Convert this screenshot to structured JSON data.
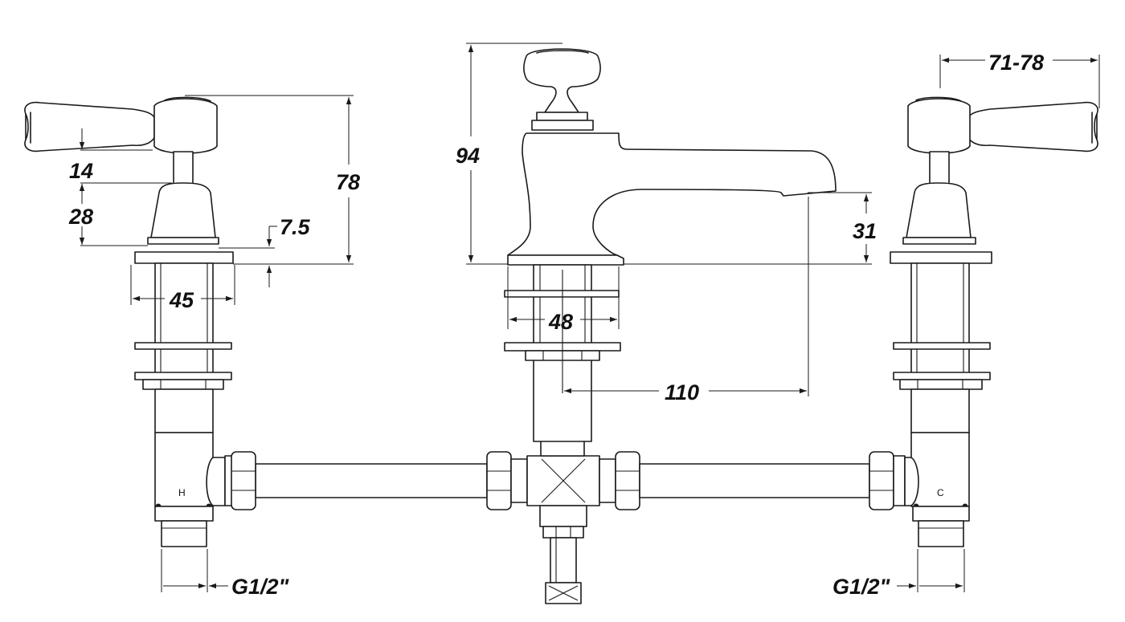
{
  "dimensions": {
    "lever_offset": "14",
    "lever_collar_height": "28",
    "lever_body_height": "78",
    "washer_thickness": "7.5",
    "flange_width": "45",
    "spout_height": "94",
    "spout_body_width": "48",
    "spout_outlet_height": "31",
    "spout_reach": "110",
    "handle_spread": "71-78",
    "thread_left": "G1/2\"",
    "thread_right": "G1/2\""
  },
  "labels": {
    "hot": "H",
    "cold": "C"
  }
}
